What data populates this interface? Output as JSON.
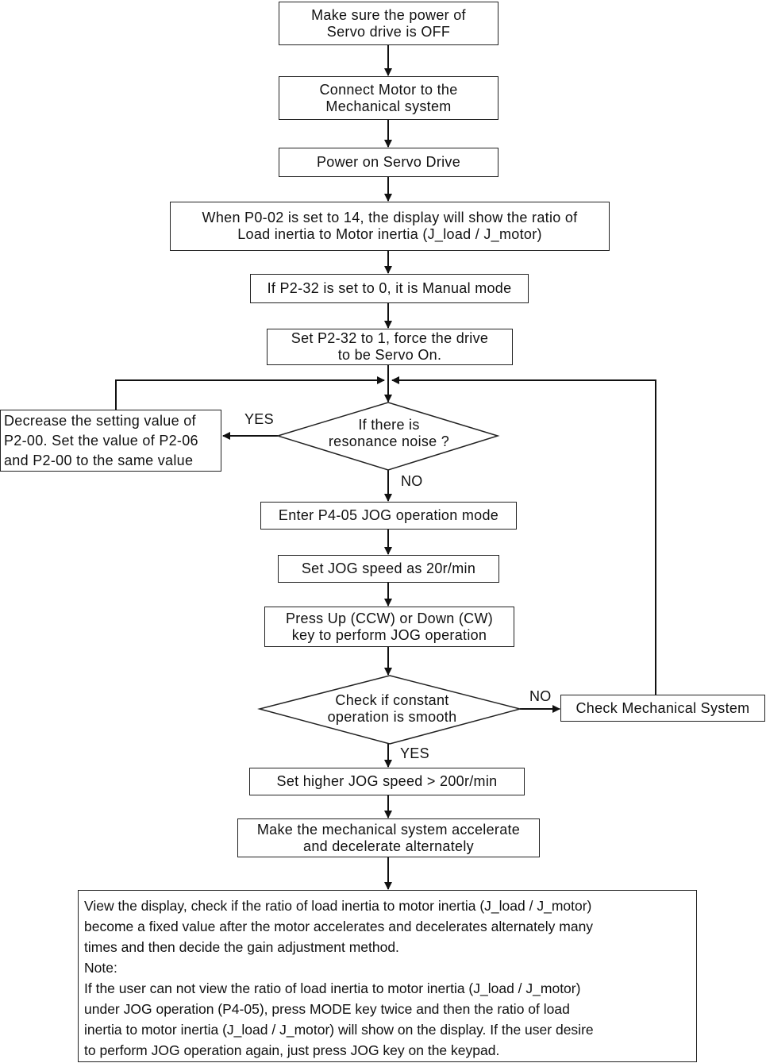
{
  "steps": {
    "power_off": [
      "Make sure the power of",
      "Servo drive is OFF"
    ],
    "connect": [
      "Connect Motor to the",
      "Mechanical system"
    ],
    "power_on": [
      "Power on Servo Drive"
    ],
    "p0_02": [
      "When P0-02 is set to 14, the display will show the ratio of",
      "Load inertia to Motor inertia (J_load / J_motor)"
    ],
    "p2_32_manual": [
      "If P2-32 is set to 0, it is Manual mode"
    ],
    "p2_32_force": [
      "Set P2-32 to 1, force the drive",
      "to be Servo On."
    ],
    "resonance_q": [
      "If there is",
      "resonance noise ?"
    ],
    "decrease": [
      "Decrease the setting value of",
      "P2-00. Set the value of P2-06",
      "and P2-00 to the same value"
    ],
    "jog_mode": [
      "Enter P4-05 JOG operation mode"
    ],
    "jog_speed": [
      "Set JOG speed as 20r/min"
    ],
    "press_keys": [
      "Press Up (CCW) or Down (CW)",
      "key to perform JOG operation"
    ],
    "smooth_q": [
      "Check if constant",
      "operation is smooth"
    ],
    "check_mech": [
      "Check Mechanical System"
    ],
    "higher_speed": [
      "Set higher JOG speed > 200r/min"
    ],
    "accel": [
      "Make the mechanical system accelerate",
      "and decelerate alternately"
    ]
  },
  "labels": {
    "yes1": "YES",
    "no1": "NO",
    "no2": "NO",
    "yes2": "YES"
  },
  "note_box": [
    "View the display, check if the ratio of load inertia to motor inertia (J_load / J_motor)",
    "become a fixed value after the motor accelerates and decelerates alternately many",
    "times and then decide the gain adjustment method.",
    "Note:",
    "If the user can not view the ratio of load inertia to motor inertia (J_load / J_motor)",
    "under JOG operation (P4-05), press MODE key twice and then the ratio of load",
    "inertia to motor inertia (J_load / J_motor) will show on the display. If the user desire",
    "to perform JOG operation again, just press JOG key on the keypad."
  ]
}
